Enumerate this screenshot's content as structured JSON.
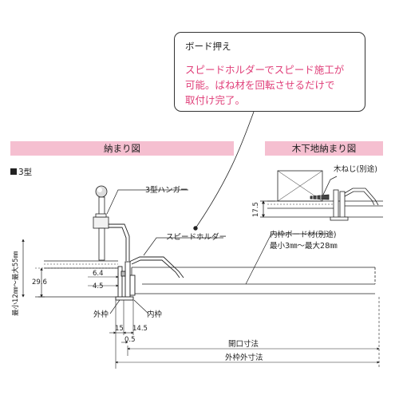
{
  "callout": {
    "title": "ボード押え",
    "lines": [
      "スピードホルダーでスピード施工が",
      "可能。ばね材を回転させるだけで",
      "取付け完了。"
    ]
  },
  "banners": {
    "main": "納まり図",
    "wood": "木下地納まり図"
  },
  "type_label": "3型",
  "labels": {
    "hanger": "3型ハンガー",
    "speed_holder": "スピードホルダー",
    "inner_board": "内枠ボード材(別途)",
    "board_thickness": "最小3㎜～最大28㎜",
    "ceiling_range": "最小12㎜～最大55㎜",
    "outer_frame": "外枠",
    "inner_frame": "内枠",
    "opening": "開口寸法",
    "outer_dim": "外枠外寸法",
    "wood_screw": "木ねじ(別途)"
  },
  "dims": {
    "d64": "6.4",
    "d45": "4.5",
    "d296": "29.6",
    "d15": "15",
    "d145": "14.5",
    "d05": "0.5",
    "d175": "17.5"
  },
  "colors": {
    "accent": "#e0407a",
    "banner": "#f5bfd0"
  }
}
